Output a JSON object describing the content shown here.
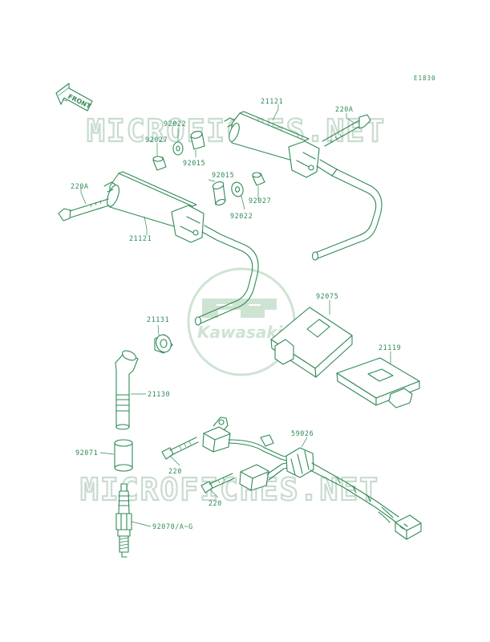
{
  "diagram_code": "E1830",
  "front_label": "FRONT",
  "watermark_text": "MICROFICHES.NET",
  "logo_text": "Kawasaki",
  "colors": {
    "ink": "#2f8a55",
    "watermark": "#c9dccf",
    "background": "#ffffff"
  },
  "labels": {
    "l21121_top": "21121",
    "l220A_top": "220A",
    "l92022_left": "92022",
    "l92027_left": "92027",
    "l92015_left": "92015",
    "l92015_mid": "92015",
    "l92022_mid": "92022",
    "l92027_mid": "92027",
    "l220A_left": "220A",
    "l21121_bottom": "21121",
    "l92075": "92075",
    "l21131": "21131",
    "l21119": "21119",
    "l21130": "21130",
    "l59026": "59026",
    "l92071": "92071",
    "l220_a": "220",
    "l220_b": "220",
    "l92070": "92070/A~G"
  }
}
